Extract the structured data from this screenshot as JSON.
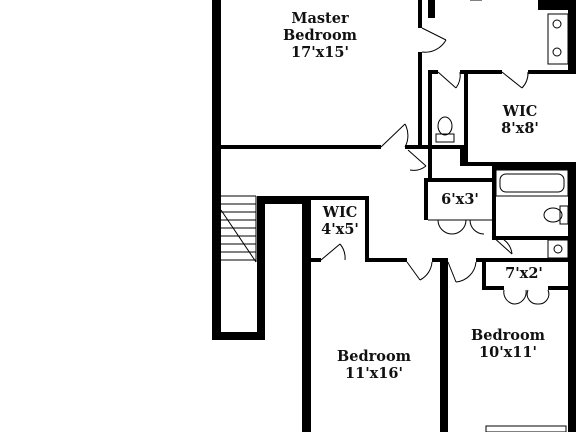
{
  "rooms": {
    "master_bedroom": {
      "name_line1": "Master",
      "name_line2": "Bedroom",
      "size": "17'x15'"
    },
    "wic_large": {
      "name": "WIC",
      "size": "8'x8'"
    },
    "closet_6x3": {
      "size": "6'x3'"
    },
    "wic_small": {
      "name": "WIC",
      "size": "4'x5'"
    },
    "closet_7x2": {
      "size": "7'x2'"
    },
    "bedroom_right": {
      "name": "Bedroom",
      "size": "10'x11'"
    },
    "bedroom_bottom": {
      "name": "Bedroom",
      "size": "11'x16'"
    }
  }
}
